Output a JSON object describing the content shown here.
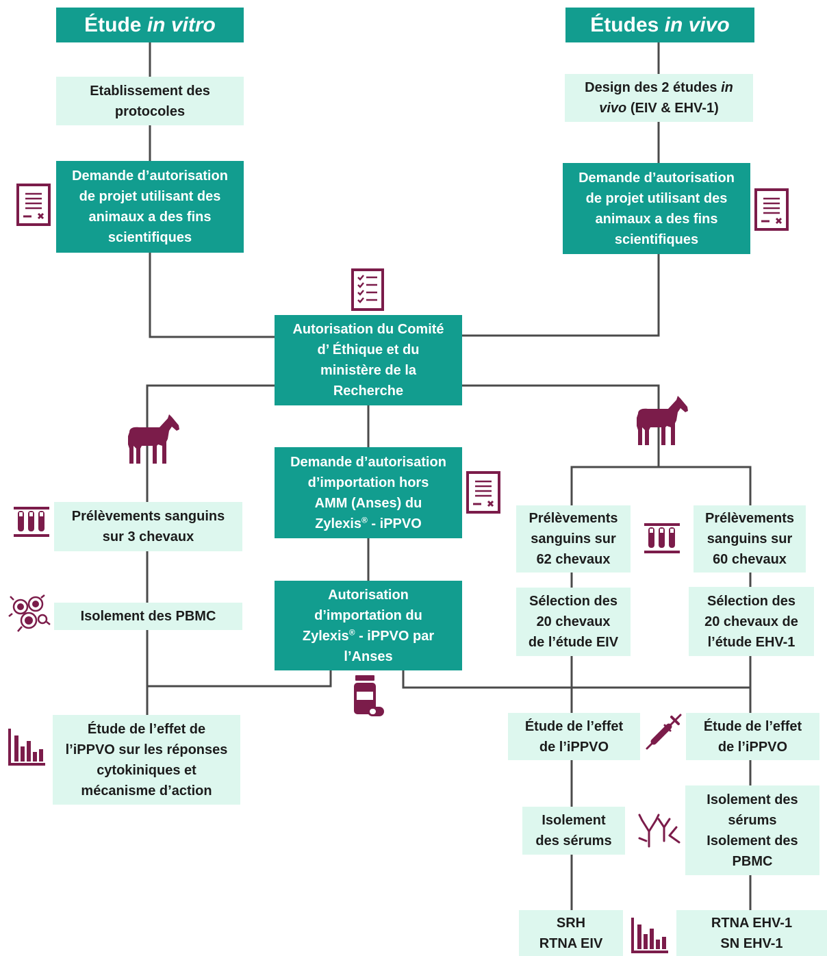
{
  "colors": {
    "dark_box": "#129d8f",
    "light_box": "#ddf7ee",
    "icon": "#7b1c4a",
    "line": "#4a4a4a"
  },
  "titles": {
    "in_vitro": {
      "prefix": "Étude ",
      "italic": "in vitro"
    },
    "in_vivo": {
      "prefix": "Études ",
      "italic": "in vivo"
    }
  },
  "left": {
    "protocols": "Etablissement des\nprotocoles",
    "authorization_request": "Demande d’autorisation\nde projet utilisant des\nanimaux a des fins\nscientifiques",
    "blood_samples": "Prélèvements sanguins\nsur 3 chevaux",
    "pbmc_isolation": "Isolement des PBMC",
    "effect_study": "Étude  de l’effet de\nl’iPPVO sur les réponses\ncytokiniques et\nmécanisme d’action"
  },
  "right": {
    "design": {
      "line1_prefix": "Design des 2 études ",
      "line1_italic": "in",
      "line2_italic": "vivo",
      "line2_rest": " (EIV & EHV-1)"
    },
    "authorization_request": "Demande d’autorisation\nde projet utilisant des\nanimaux a des fins\nscientifiques"
  },
  "center": {
    "ethics_authorization": "Autorisation du Comité\nd’ Éthique et du\nministère de la\nRecherche",
    "import_request": {
      "lines": [
        "Demande d’autorisation",
        "d’importation hors",
        "AMM (Anses) du"
      ],
      "brand": "Zylexis",
      "sup": "®",
      "rest": " - iPPVO"
    },
    "import_authorization": {
      "line1": "Autorisation",
      "line2": "d’importation du",
      "brand": "Zylexis",
      "sup": "®",
      "rest": " - iPPVO par",
      "line4": "l’Anses"
    }
  },
  "eiv": {
    "blood_samples": "Prélèvements\nsanguins sur\n62 chevaux",
    "selection": "Sélection des\n20 chevaux\nde l’étude EIV",
    "effect_study": "Étude de l’effet\nde l’iPPVO",
    "serum_isolation": "Isolement\ndes sérums",
    "assays": "SRH\nRTNA EIV"
  },
  "ehv1": {
    "blood_samples": "Prélèvements\nsanguins sur\n60 chevaux",
    "selection": "Sélection des\n20 chevaux de\nl’étude EHV-1",
    "effect_study": "Étude de l’effet\nde l’iPPVO",
    "serum_pbmc_isolation": "Isolement des\nsérums\nIsolement des\nPBMC",
    "assays": "RTNA EHV-1\nSN EHV-1"
  },
  "icons": [
    "document-form-icon",
    "checklist-icon",
    "horse-icon",
    "blood-tubes-icon",
    "cells-icon",
    "bar-chart-icon",
    "medicine-bottle-icon",
    "syringe-icon",
    "antibody-icon"
  ]
}
